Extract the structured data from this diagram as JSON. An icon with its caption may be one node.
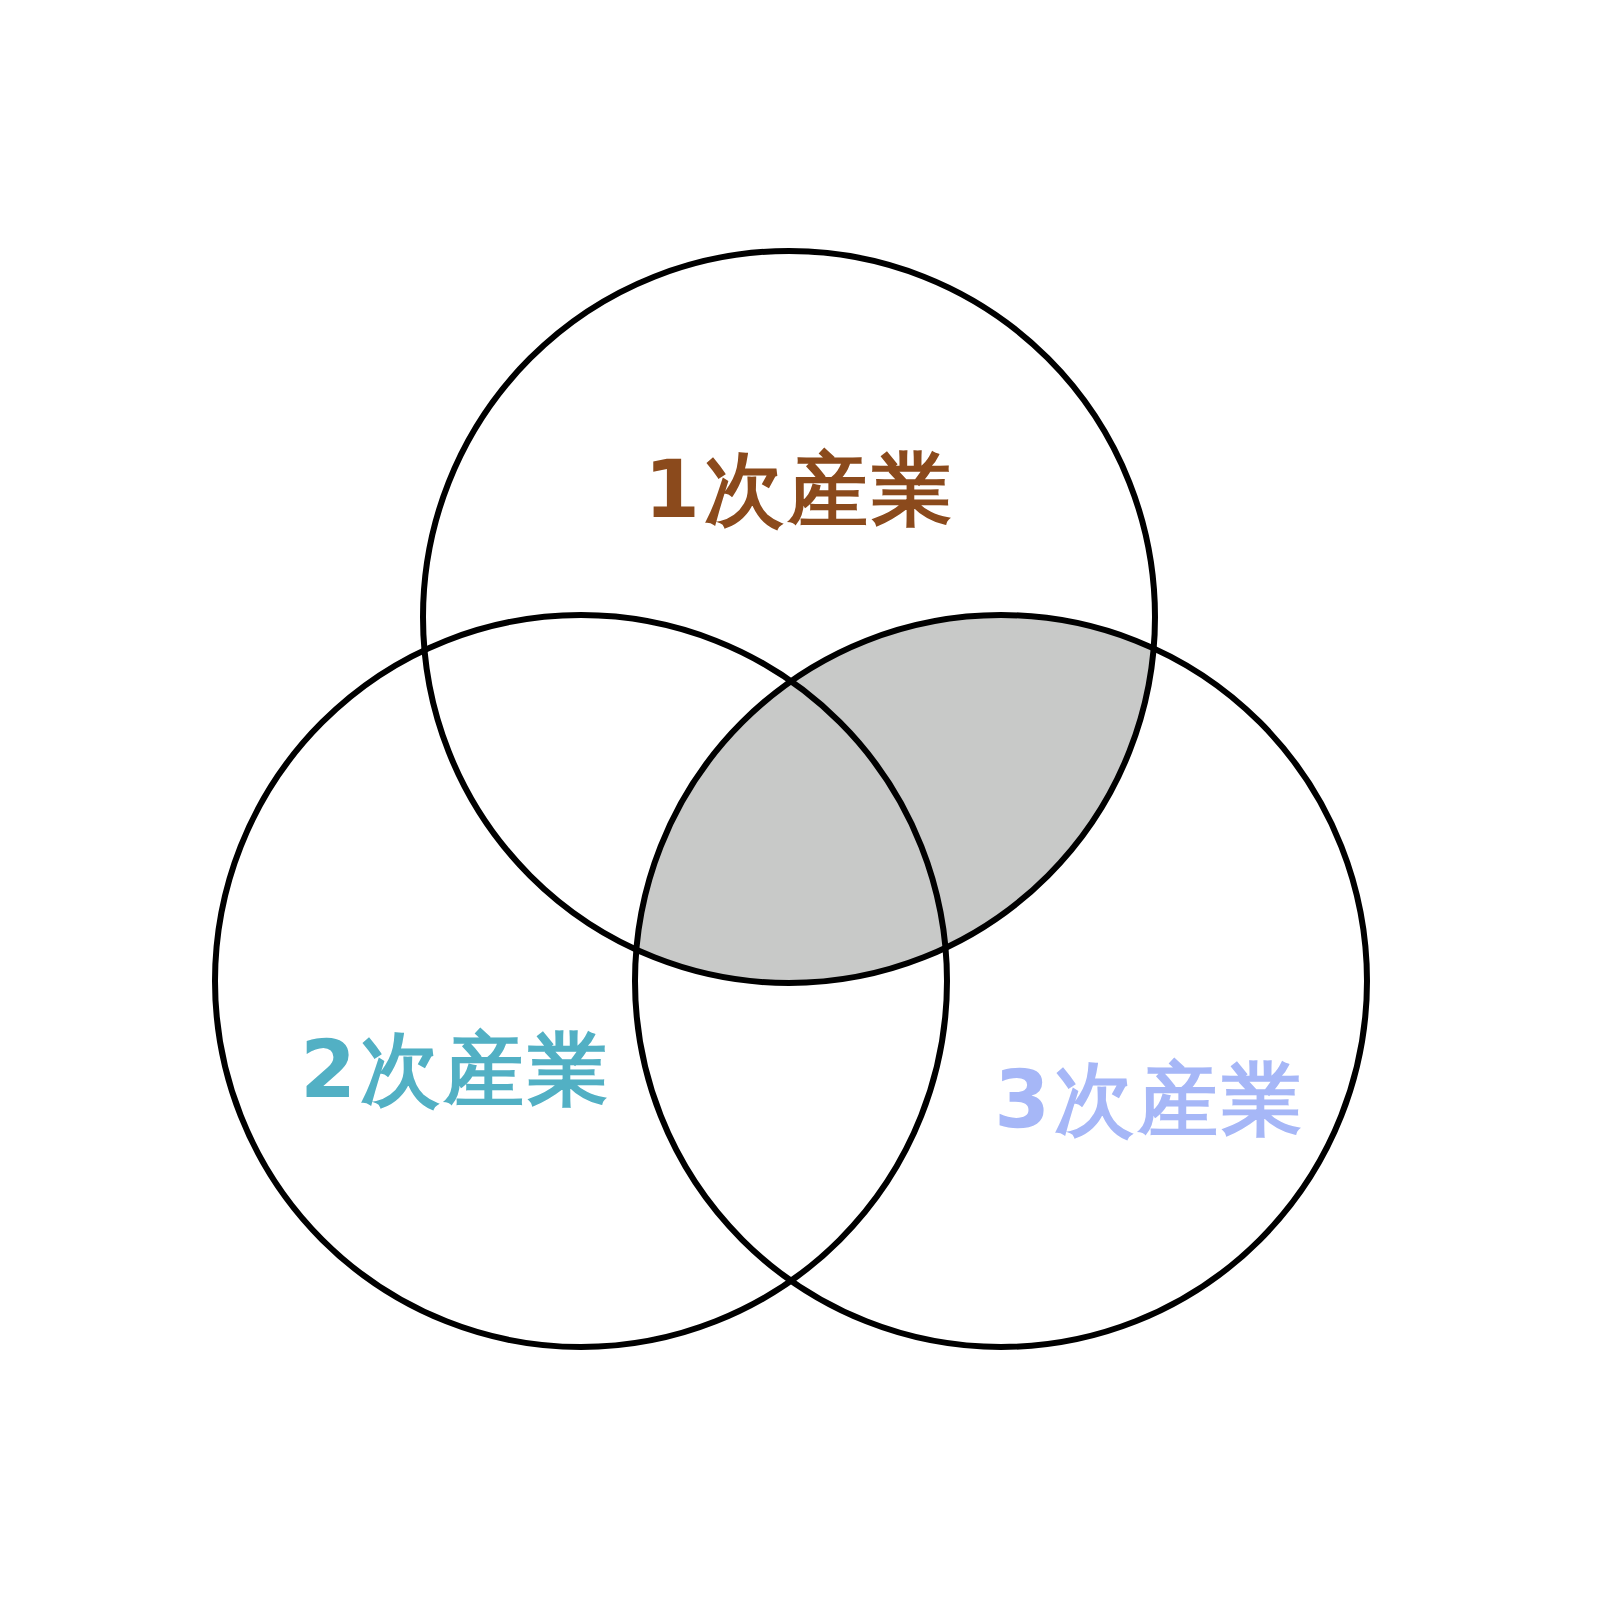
{
  "diagram": {
    "nodes": [
      {
        "text": [
          "1次産業"
        ]
      },
      {
        "text": [
          "2次産業"
        ]
      },
      {
        "text": [
          "3次産業"
        ]
      },
      {
        "text": [],
        "shape": "lens"
      }
    ]
  }
}
